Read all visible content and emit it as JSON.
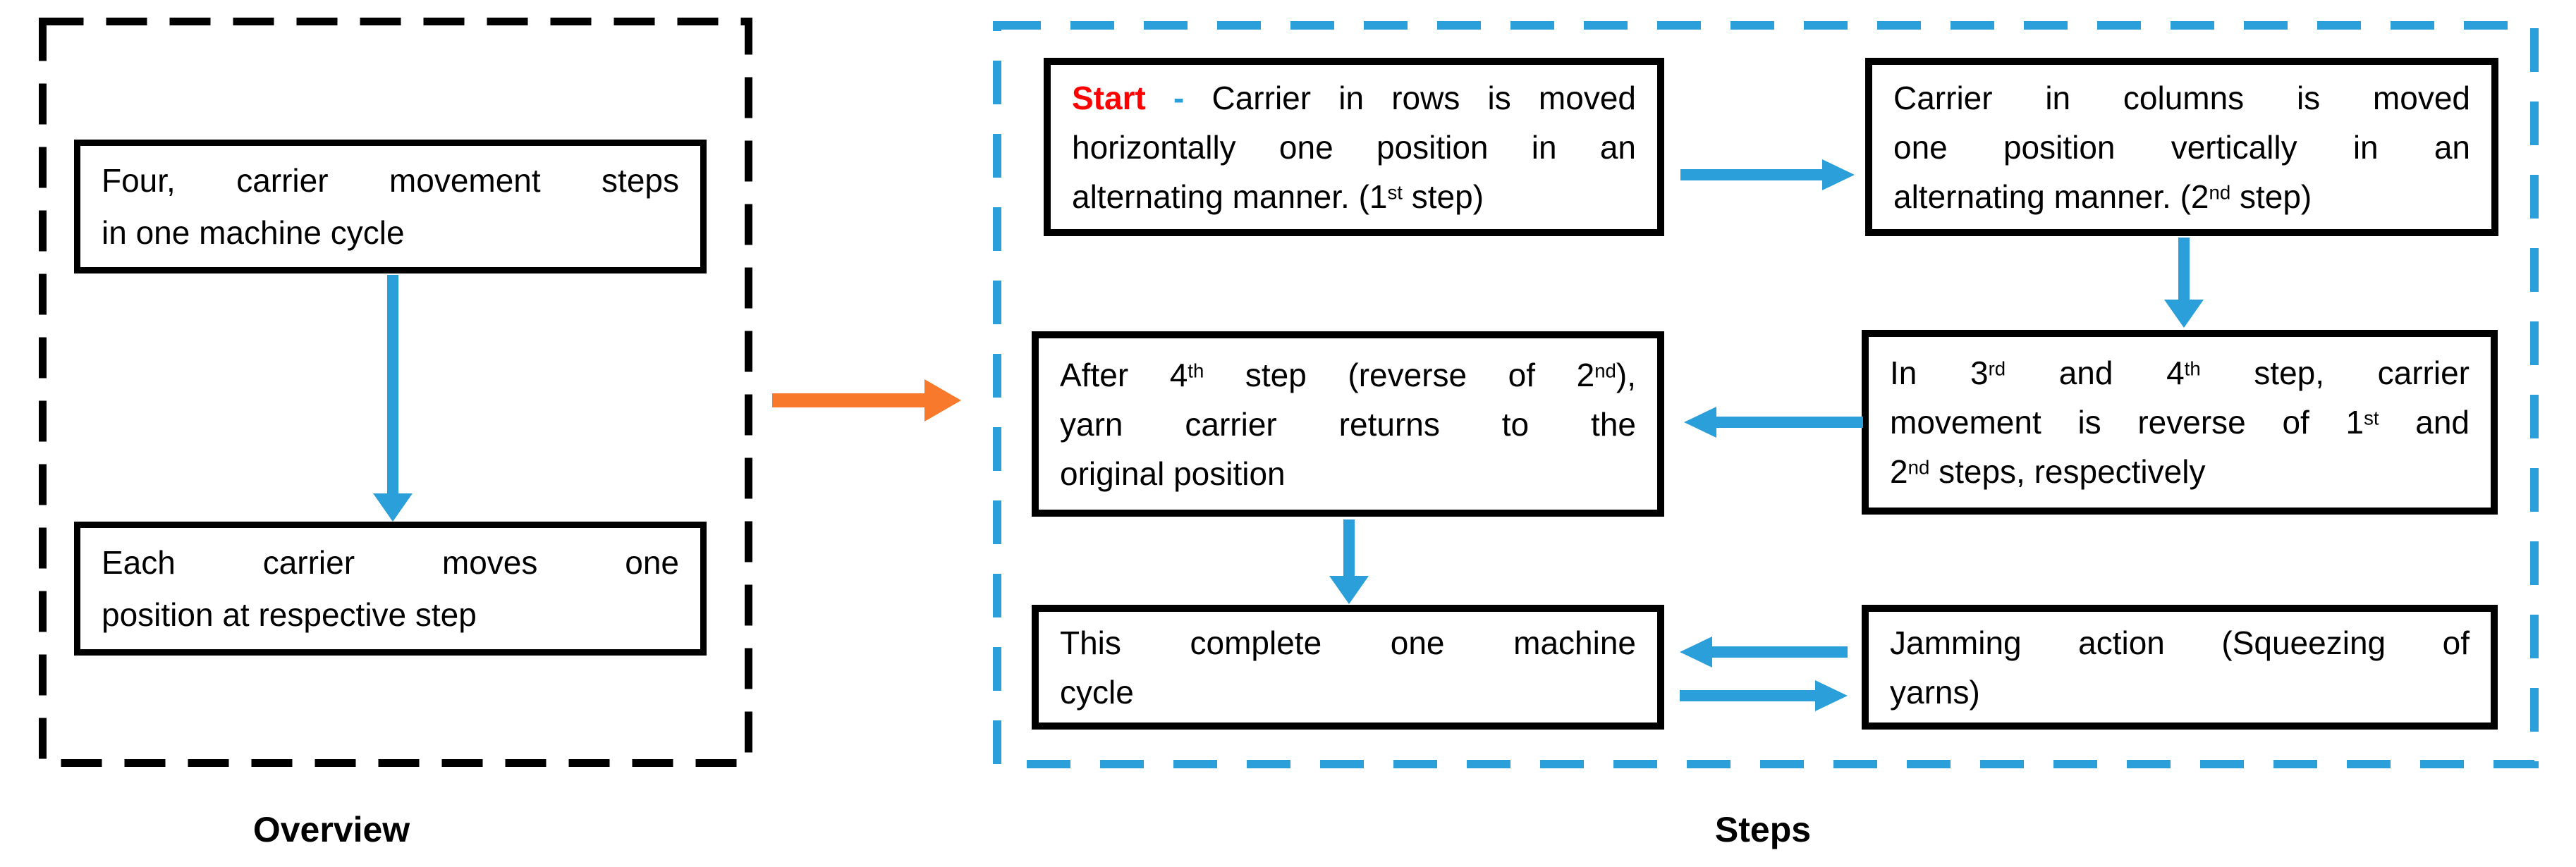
{
  "panels": {
    "overview": {
      "label": "Overview",
      "box_four_steps": {
        "line1": "Four, carrier movement steps",
        "line2": "in one machine cycle"
      },
      "box_each_carrier": {
        "line1": "Each carrier moves one",
        "line2": "position at respective step"
      }
    },
    "steps": {
      "label": "Steps",
      "box_start": {
        "start": "Start",
        "dash": " - ",
        "l1_rest": "Carrier in rows is moved",
        "l2": "horizontally one position in an",
        "l3_a": "alternating manner. (1",
        "l3_sup": "st",
        "l3_b": " step)"
      },
      "box_columns": {
        "l1": "Carrier in columns is moved",
        "l2": "one position vertically in an",
        "l3_a": "alternating manner. (2",
        "l3_sup": "nd",
        "l3_b": " step)"
      },
      "box_reverse": {
        "l1_a": "In 3",
        "l1_sup1": "rd",
        "l1_b": " and 4",
        "l1_sup2": "th",
        "l1_c": " step, carrier",
        "l2_a": "movement is reverse of 1",
        "l2_sup1": "st",
        "l2_b": " and",
        "l3_a": "2",
        "l3_sup1": "nd",
        "l3_b": " steps, respectively"
      },
      "box_after": {
        "l1_a": "After 4",
        "l1_sup1": "th",
        "l1_b": " step (reverse of 2",
        "l1_sup2": "nd",
        "l1_c": "),",
        "l2": "yarn carrier returns to the",
        "l3": "original position"
      },
      "box_cycle": {
        "l1": "This complete one machine",
        "l2": "cycle"
      },
      "box_jamming": {
        "l1": "Jamming action (Squeezing of",
        "l2": "yarns)"
      }
    }
  },
  "colors": {
    "accent_blue": "#2B9FD9",
    "accent_orange": "#F8792B",
    "start_red": "#FF0000",
    "outline_black": "#000000"
  }
}
